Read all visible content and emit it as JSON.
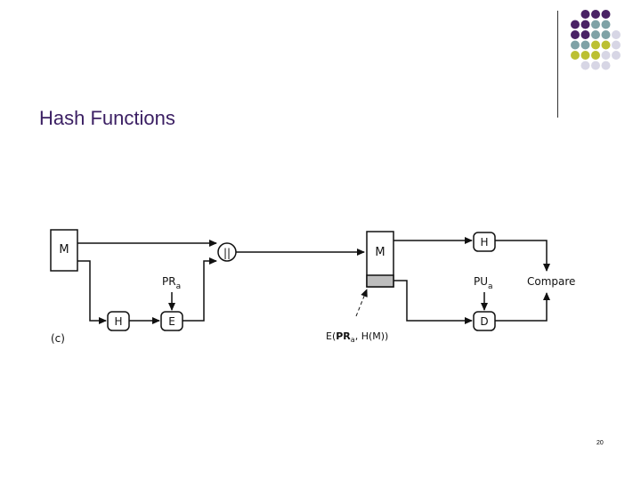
{
  "slide": {
    "title": "Hash Functions",
    "page_number": "20"
  },
  "decor": {
    "dot_colors": {
      "purple": "#4a2365",
      "teal": "#7fa2a6",
      "olive": "#bcc032",
      "lavender": "#d7d6e5"
    }
  },
  "diagram": {
    "part_label": "(c)",
    "sender_message": "M",
    "concat_symbol": "||",
    "hash_sender": "H",
    "encrypt": "E",
    "private_key": "PR",
    "private_key_sub": "a",
    "received_message": "M",
    "hash_receiver": "H",
    "compare": "Compare",
    "public_key": "PU",
    "public_key_sub": "a",
    "decrypt": "D",
    "signature_pre": "E(",
    "signature_pr": "PR",
    "signature_sub": "a",
    "signature_post": ", H(M))"
  }
}
